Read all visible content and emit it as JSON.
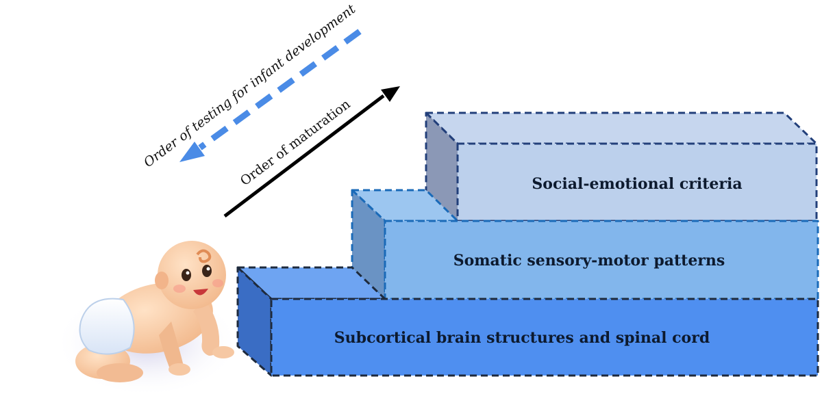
{
  "steps": [
    {
      "label": "Subcortical brain structures and spinal cord",
      "front_color": "#4f8ff0",
      "top_color": "#6ea4f2",
      "side_color": "#3a6dc4",
      "border_color": "#1e2a3c"
    },
    {
      "label": "Somatic sensory-motor patterns",
      "front_color": "#82b6ec",
      "top_color": "#9cc6f0",
      "side_color": "#6a93c4",
      "border_color": "#1a6ab8"
    },
    {
      "label": "Social-emotional criteria",
      "front_color": "#bcd0ec",
      "top_color": "#c6d6ee",
      "side_color": "#8b98b6",
      "border_color": "#223f7a"
    }
  ],
  "arrows": {
    "maturation": {
      "label": "Order of maturation",
      "color": "#000000"
    },
    "testing": {
      "label": "Order of testing for infant development",
      "color": "#4a8be6"
    }
  },
  "illustration": {
    "name": "crawling-baby"
  }
}
